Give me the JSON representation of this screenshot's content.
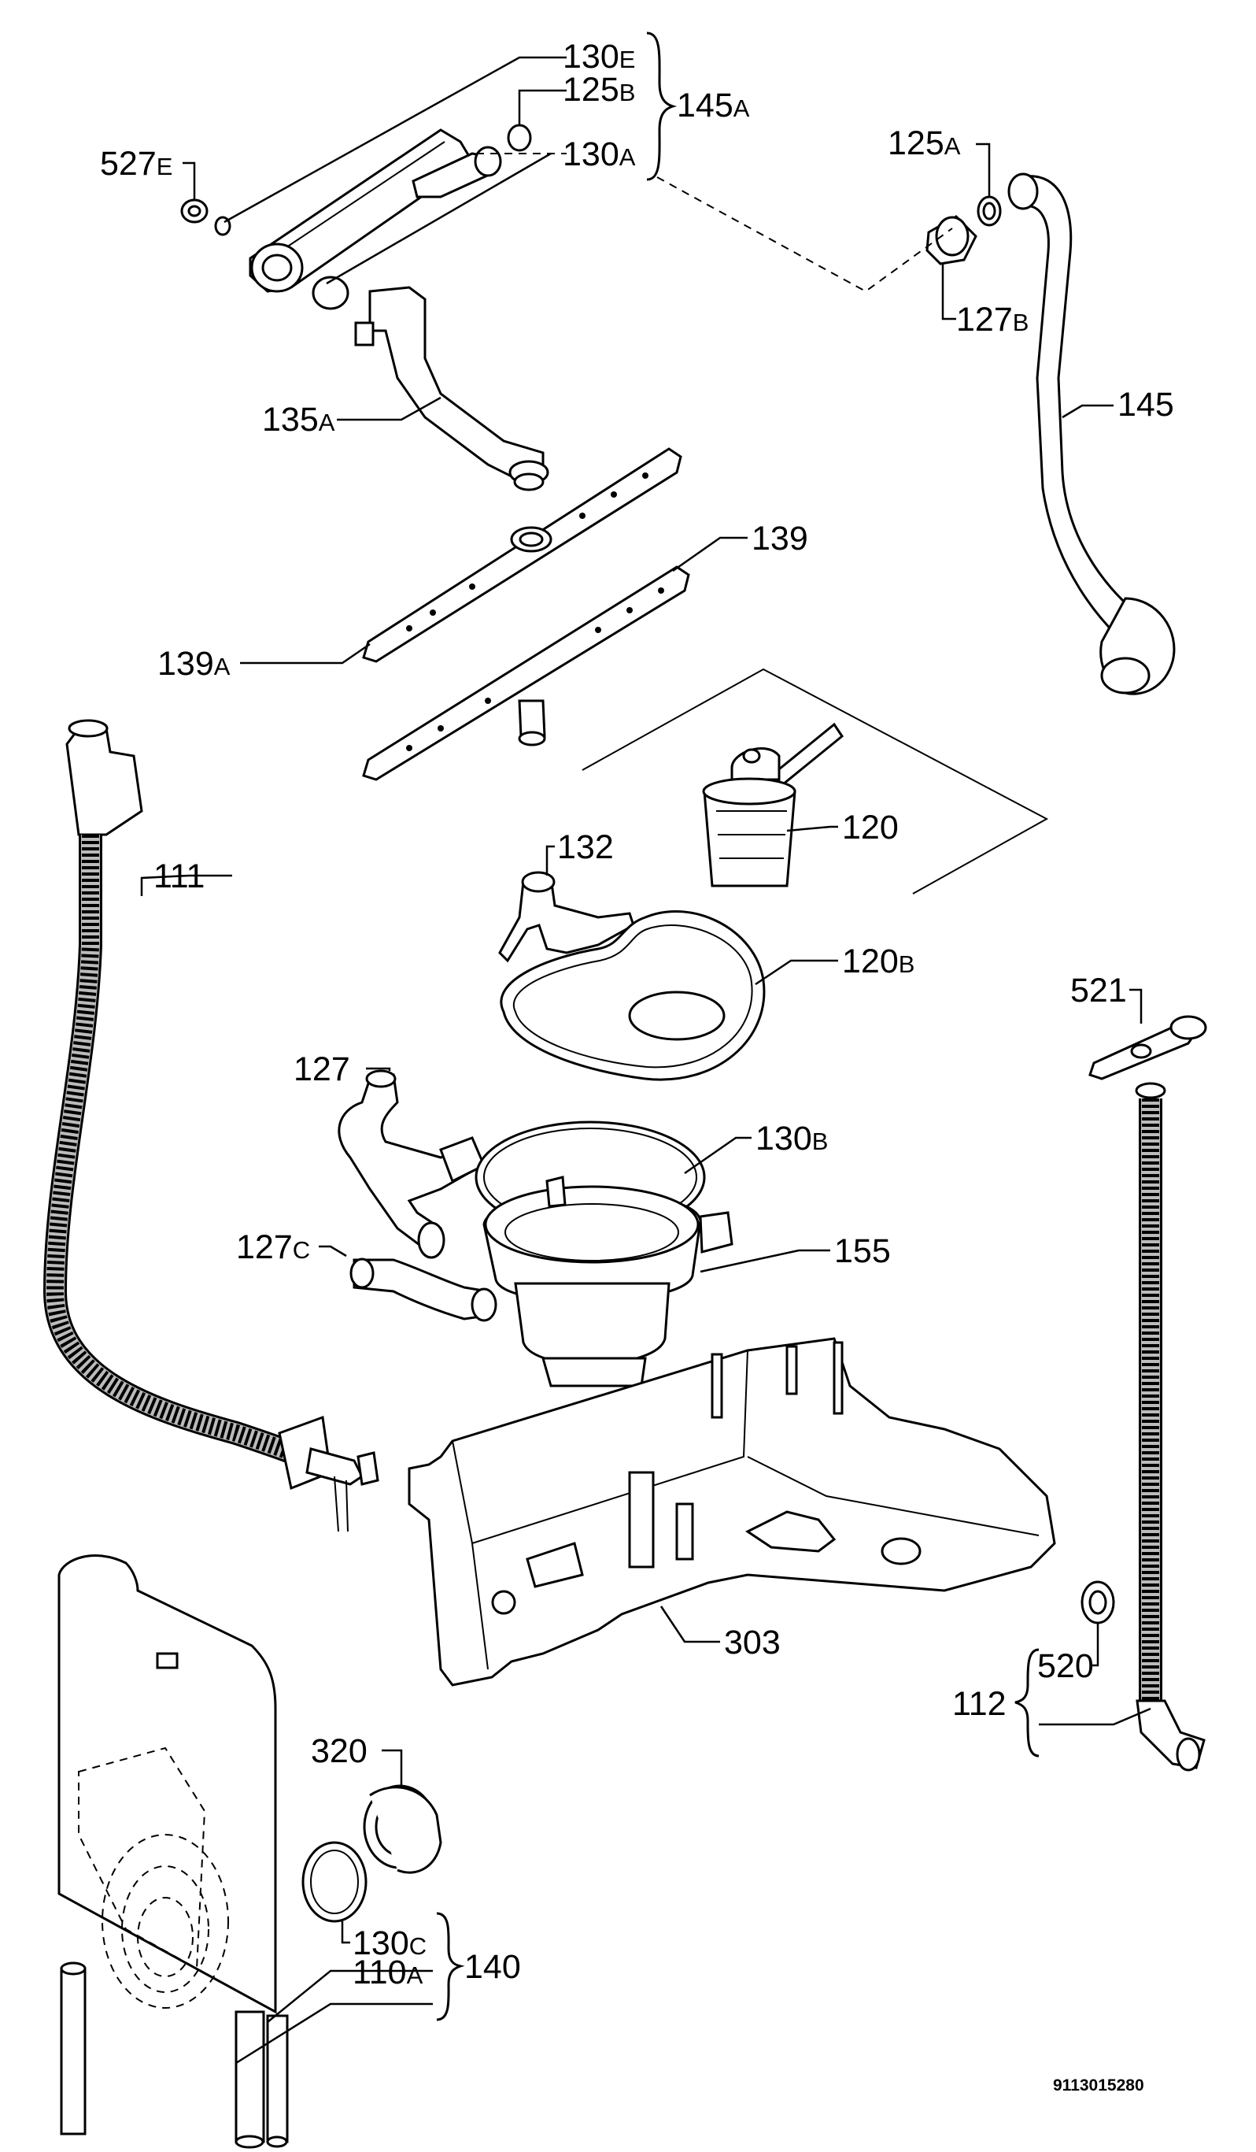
{
  "diagram_code": "9113015280",
  "labels": {
    "l130E": {
      "num": "130",
      "suf": "E"
    },
    "l125B": {
      "num": "125",
      "suf": "B"
    },
    "l145A": {
      "num": "145",
      "suf": "A"
    },
    "l130A": {
      "num": "130",
      "suf": "A"
    },
    "l527E": {
      "num": "527",
      "suf": "E"
    },
    "l125A": {
      "num": "125",
      "suf": "A"
    },
    "l127B": {
      "num": "127",
      "suf": "B"
    },
    "l145": {
      "num": "145",
      "suf": ""
    },
    "l135A": {
      "num": "135",
      "suf": "A"
    },
    "l139": {
      "num": "139",
      "suf": ""
    },
    "l139A": {
      "num": "139",
      "suf": "A"
    },
    "l111": {
      "num": "111",
      "suf": ""
    },
    "l132": {
      "num": "132",
      "suf": ""
    },
    "l120": {
      "num": "120",
      "suf": ""
    },
    "l120B": {
      "num": "120",
      "suf": "B"
    },
    "l521": {
      "num": "521",
      "suf": ""
    },
    "l127": {
      "num": "127",
      "suf": ""
    },
    "l130B": {
      "num": "130",
      "suf": "B"
    },
    "l127C": {
      "num": "127",
      "suf": "C"
    },
    "l155": {
      "num": "155",
      "suf": ""
    },
    "l303": {
      "num": "303",
      "suf": ""
    },
    "l520": {
      "num": "520",
      "suf": ""
    },
    "l112": {
      "num": "112",
      "suf": ""
    },
    "l320": {
      "num": "320",
      "suf": ""
    },
    "l130C": {
      "num": "130",
      "suf": "C"
    },
    "l110A": {
      "num": "110",
      "suf": "A"
    },
    "l140": {
      "num": "140",
      "suf": ""
    }
  }
}
